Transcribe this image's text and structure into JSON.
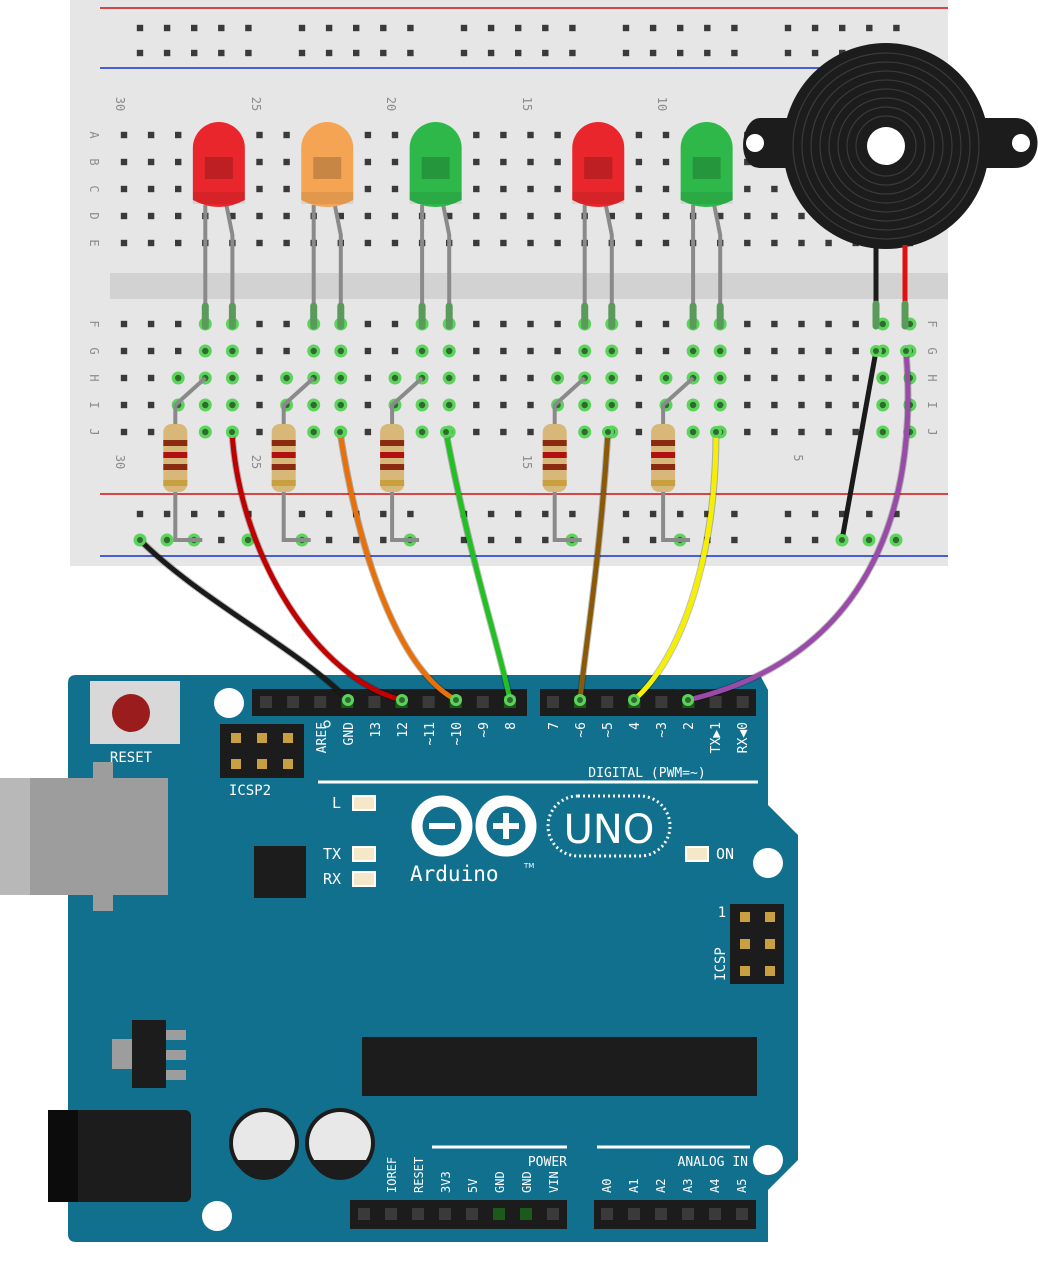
{
  "breadboard": {
    "col_numbers_top": [
      "30",
      "25",
      "20",
      "15",
      "10"
    ],
    "col_numbers_bottom": [
      "30",
      "25",
      "15",
      "5"
    ],
    "row_letters_top": [
      "A",
      "B",
      "C",
      "D",
      "E"
    ],
    "row_letters_bottom": [
      "F",
      "G",
      "H",
      "I",
      "J"
    ]
  },
  "components": {
    "leds": [
      {
        "color": "red",
        "hex": "#e8262b"
      },
      {
        "color": "orange",
        "hex": "#f5a453"
      },
      {
        "color": "green",
        "hex": "#2fb84a"
      },
      {
        "color": "red",
        "hex": "#e8262b"
      },
      {
        "color": "green",
        "hex": "#2fb84a"
      }
    ],
    "resistor_count": 5,
    "buzzer": "piezo-buzzer"
  },
  "wires": [
    {
      "color": "#1a1a1a",
      "to": "GND"
    },
    {
      "color": "#c00000",
      "to": "12"
    },
    {
      "color": "#e8700a",
      "to": "~10"
    },
    {
      "color": "#22c022",
      "to": "8"
    },
    {
      "color": "#8a5a08",
      "to": "~6"
    },
    {
      "color": "#f5f000",
      "to": "4"
    },
    {
      "color": "#9a4aa8",
      "to": "2"
    }
  ],
  "arduino": {
    "reset_label": "RESET",
    "icsp2_label": "ICSP2",
    "icsp_label": "ICSP",
    "icsp_pin1": "1",
    "digital_label": "DIGITAL (PWM=~)",
    "digital_pins_left": [
      "AREF",
      "GND",
      "13",
      "12",
      "~11",
      "~10",
      "~9",
      "8"
    ],
    "digital_pins_right": [
      "7",
      "~6",
      "~5",
      "4",
      "~3",
      "2",
      "TX▶1",
      "RX◀0"
    ],
    "led_l": "L",
    "led_tx": "TX",
    "led_rx": "RX",
    "led_on": "ON",
    "logo_text": "Arduino",
    "tm": "TM",
    "model": "UNO",
    "power_label": "POWER",
    "power_pins": [
      "IOREF",
      "RESET",
      "3V3",
      "5V",
      "GND",
      "GND",
      "VIN"
    ],
    "analog_label": "ANALOG IN",
    "analog_pins": [
      "A0",
      "A1",
      "A2",
      "A3",
      "A4",
      "A5"
    ],
    "board_color": "#12708f"
  }
}
